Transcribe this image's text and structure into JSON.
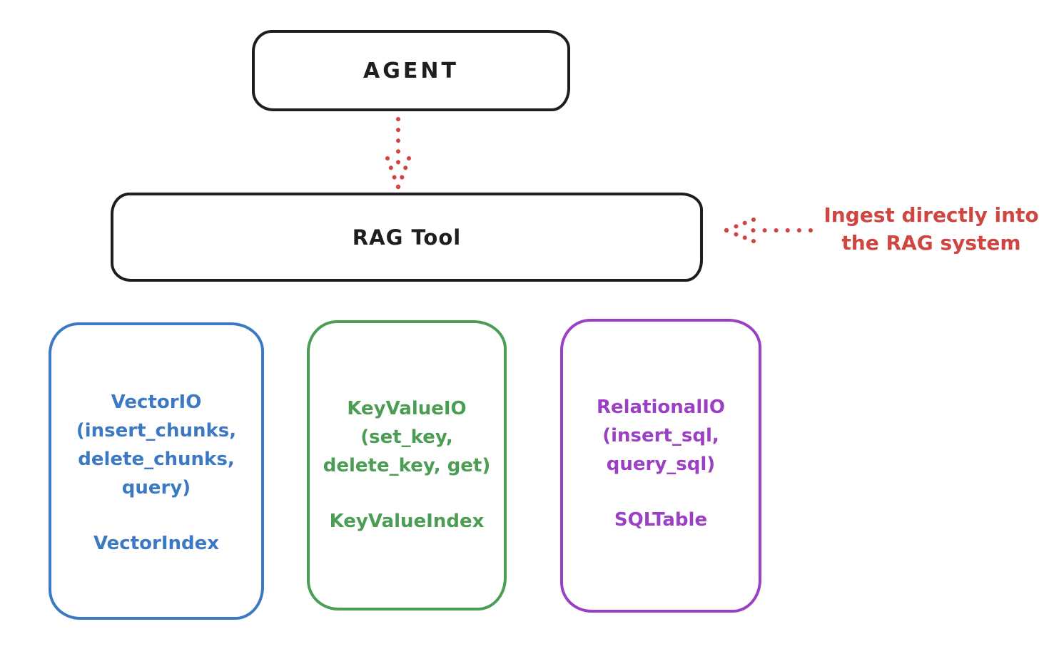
{
  "agent_box": {
    "label": "AGENT"
  },
  "rag_tool_box": {
    "label": "RAG Tool"
  },
  "annotation": {
    "line1": "Ingest directly into",
    "line2": "the RAG system"
  },
  "io_boxes": [
    {
      "name": "VectorIO",
      "lines": [
        "VectorIO",
        "(insert_chunks,",
        "delete_chunks,",
        "query)"
      ],
      "index_label": "VectorIndex",
      "color": "#3d79c2"
    },
    {
      "name": "KeyValueIO",
      "lines": [
        "KeyValueIO",
        "(set_key,",
        "delete_key, get)"
      ],
      "index_label": "KeyValueIndex",
      "color": "#4a9d52"
    },
    {
      "name": "RelationalIO",
      "lines": [
        "RelationalIO",
        "(insert_sql,",
        "query_sql)"
      ],
      "index_label": "SQLTable",
      "color": "#9b3fc4"
    }
  ],
  "icons": {
    "agent_to_rag": "dotted-arrow-down-icon",
    "annotation_arrow": "dotted-arrow-left-icon"
  },
  "colors": {
    "box_stroke": "#1e1e1e",
    "accent_red": "#cf4641",
    "background": "#ffffff"
  }
}
